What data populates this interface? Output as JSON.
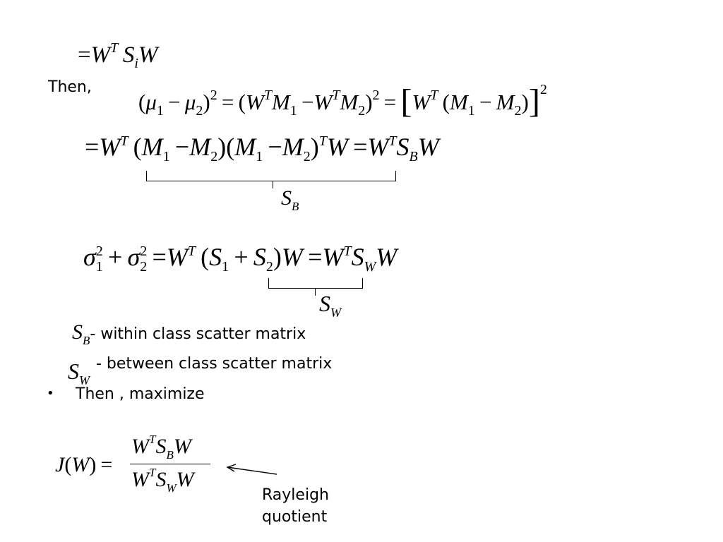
{
  "slide": {
    "then_label": "Then,",
    "def_sb": "- within class scatter matrix",
    "def_sw": "- between class scatter matrix",
    "bullet": "•",
    "bullet_text": "Then , maximize",
    "arrow_caption_line1": "Rayleigh",
    "arrow_caption_line2": "quotient"
  },
  "symbols": {
    "eq": "=",
    "minus": "−",
    "plus": "+",
    "W": "W",
    "T": "T",
    "S": "S",
    "i": "i",
    "B": "B",
    "Wsub": "W",
    "M": "M",
    "mu": "μ",
    "sigma": "σ",
    "J": "J",
    "one": "1",
    "two": "2",
    "lparen": "(",
    "rparen": ")",
    "lbrack": "[",
    "rbrack": "]"
  }
}
